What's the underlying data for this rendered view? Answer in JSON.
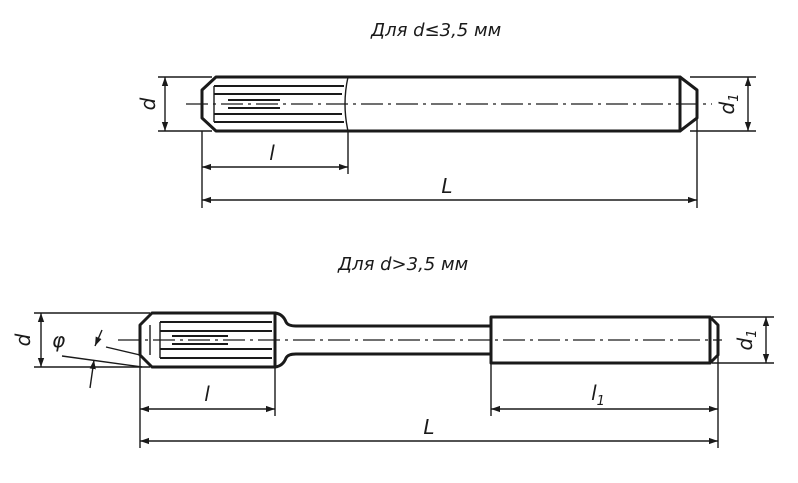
{
  "top_view": {
    "title_prefix": "Для d",
    "title_relation": "≤",
    "title_value": "3,5 мм",
    "label_d": "d",
    "label_d1": "d",
    "label_d1_sub": "1",
    "label_l": "l",
    "label_L": "L"
  },
  "bottom_view": {
    "title_prefix": "Для d",
    "title_relation": ">",
    "title_value": "3,5 мм",
    "label_d": "d",
    "label_phi": "φ",
    "label_d1": "d",
    "label_d1_sub": "1",
    "label_l": "l",
    "label_l1": "l",
    "label_l1_sub": "1",
    "label_L": "L"
  }
}
